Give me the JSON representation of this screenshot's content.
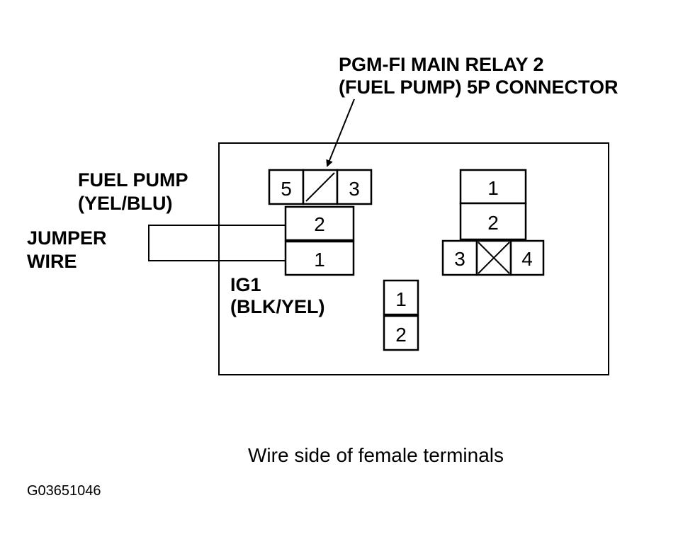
{
  "callout": {
    "line1": "PGM-FI MAIN RELAY 2",
    "line2": "(FUEL PUMP) 5P CONNECTOR"
  },
  "labels": {
    "fuel_pump_line1": "FUEL PUMP",
    "fuel_pump_line2": "(YEL/BLU)",
    "jumper_line1": "JUMPER",
    "jumper_line2": "WIRE",
    "ig1_line1": "IG1",
    "ig1_line2": "(BLK/YEL)"
  },
  "connector_5p": {
    "pins": {
      "p5": "5",
      "p3": "3",
      "p2": "2",
      "p1": "1"
    }
  },
  "connector_4p": {
    "pins": {
      "p1": "1",
      "p2": "2",
      "p3": "3",
      "p4": "4"
    }
  },
  "connector_2p": {
    "pins": {
      "p1": "1",
      "p2": "2"
    }
  },
  "caption": "Wire side of female terminals",
  "figure_code": "G03651046"
}
